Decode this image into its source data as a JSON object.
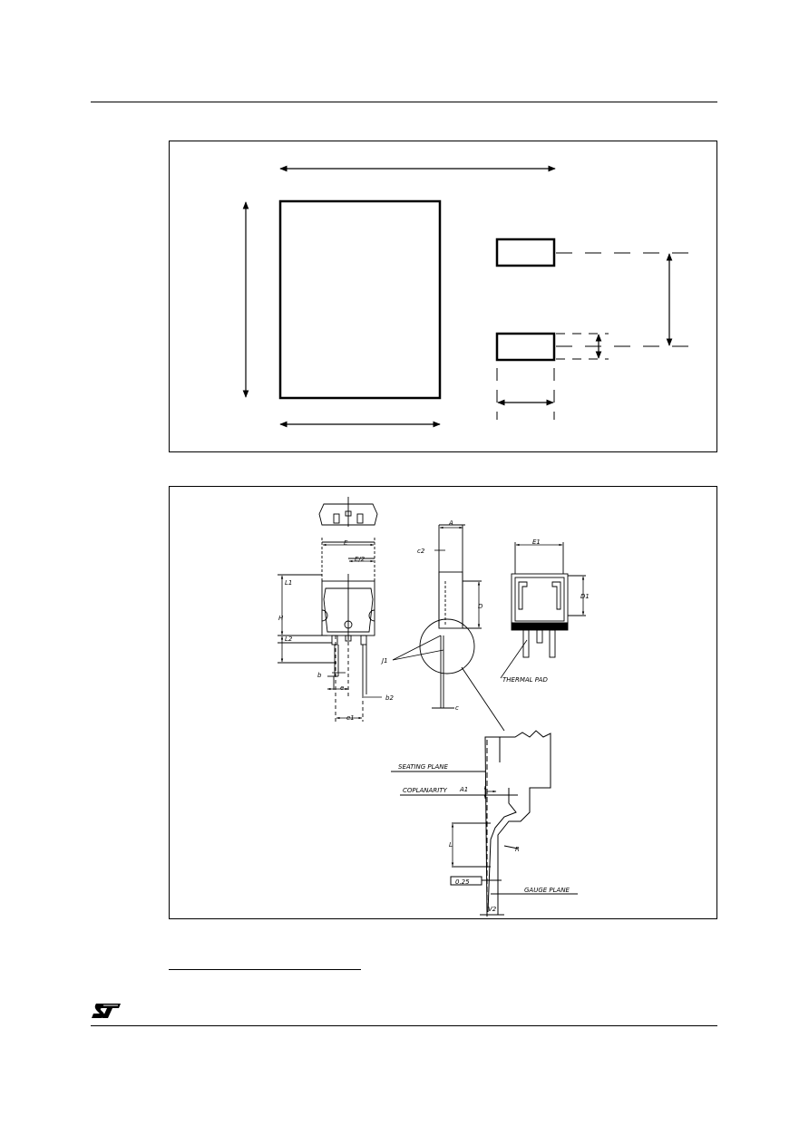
{
  "page": {
    "logo_alt": "ST",
    "colors": {
      "line": "#000000",
      "background": "#ffffff"
    }
  },
  "footprint_figure": {
    "name": "recommended footprint"
  },
  "package_figure": {
    "labels": {
      "A": "A",
      "c2": "c2",
      "E": "E",
      "E_half": "E/2",
      "L1": "L1",
      "H": "H",
      "L2": "L2",
      "b": "b",
      "e": "e",
      "b2": "b2",
      "e1": "e1",
      "J1": "J1",
      "c": "c",
      "D": "D",
      "E1": "E1",
      "D1": "D1",
      "thermal_pad": "THERMAL PAD",
      "seating_plane": "SEATING PLANE",
      "coplanarity": "COPLANARITY",
      "A1": "A1",
      "L": "L",
      "R": "R",
      "gauge_value": "0.25",
      "gauge_plane": "GAUGE PLANE",
      "V2": "V2"
    }
  }
}
